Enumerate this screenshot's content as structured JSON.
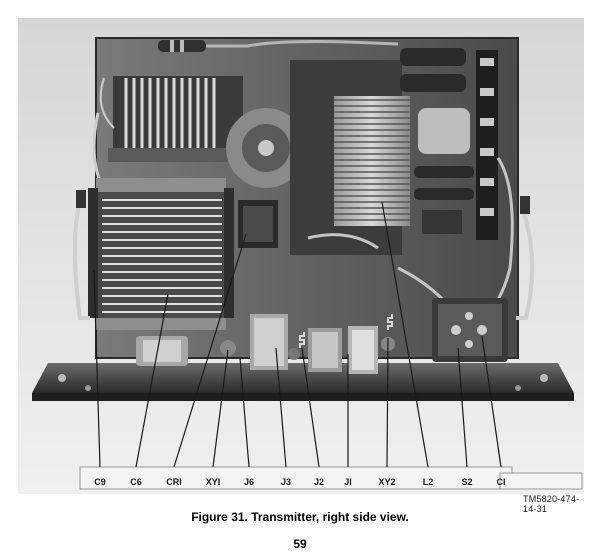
{
  "figure": {
    "callouts": [
      "C9",
      "C6",
      "CRI",
      "XYI",
      "J6",
      "J3",
      "J2",
      "JI",
      "XY2",
      "L2",
      "S2",
      "CI"
    ],
    "figure_number": "TM5820-474-14-31"
  },
  "caption": "Figure 31.  Transmitter, right side view.",
  "page_number": "59"
}
